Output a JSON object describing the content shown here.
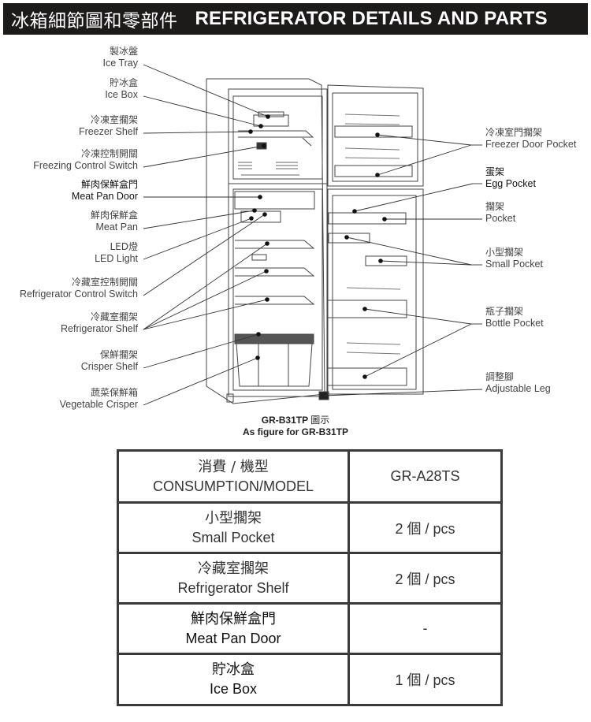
{
  "header": {
    "title_zh": "冰箱細節圖和零部件",
    "title_en": "REFRIGERATOR DETAILS AND PARTS"
  },
  "left_labels": [
    {
      "zh": "製冰盤",
      "en": "Ice Tray"
    },
    {
      "zh": "貯冰盒",
      "en": "Ice Box"
    },
    {
      "zh": "冷凍室擱架",
      "en": "Freezer Shelf"
    },
    {
      "zh": "冷凍控制開關",
      "en": "Freezing Control Switch"
    },
    {
      "zh": "鮮肉保鮮盒門",
      "en": "Meat Pan Door"
    },
    {
      "zh": "鮮肉保鮮盒",
      "en": "Meat Pan"
    },
    {
      "zh": "LED燈",
      "en": "LED Light"
    },
    {
      "zh": "冷藏室控制開關",
      "en": "Refrigerator Control Switch"
    },
    {
      "zh": "冷藏室擱架",
      "en": "Refrigerator Shelf"
    },
    {
      "zh": "保鮮擱架",
      "en": "Crisper Shelf"
    },
    {
      "zh": "蔬菜保鮮箱",
      "en": "Vegetable Crisper"
    }
  ],
  "right_labels": [
    {
      "zh": "冷凍室門擱架",
      "en": "Freezer Door Pocket"
    },
    {
      "zh": "蛋架",
      "en": "Egg Pocket"
    },
    {
      "zh": "擱架",
      "en": "Pocket"
    },
    {
      "zh": "小型擱架",
      "en": "Small Pocket"
    },
    {
      "zh": "瓶子擱架",
      "en": "Bottle Pocket"
    },
    {
      "zh": "調整腳",
      "en": "Adjustable Leg"
    }
  ],
  "caption": {
    "line1_model": "GR-B31TP",
    "line1_zh": "圖示",
    "line2": "As figure for GR-B31TP"
  },
  "spec_table": {
    "header": {
      "zh": "消費 / 機型",
      "en": "CONSUMPTION/MODEL",
      "model": "GR-A28TS"
    },
    "rows": [
      {
        "zh": "小型擱架",
        "en": "Small Pocket",
        "value": "2 個 / pcs"
      },
      {
        "zh": "冷藏室擱架",
        "en": "Refrigerator Shelf",
        "value": "2 個 / pcs"
      },
      {
        "zh": "鮮肉保鮮盒門",
        "en": "Meat Pan Door",
        "value": "-"
      },
      {
        "zh": "貯冰盒",
        "en": "Ice Box",
        "value": "1 個 / pcs"
      }
    ]
  }
}
